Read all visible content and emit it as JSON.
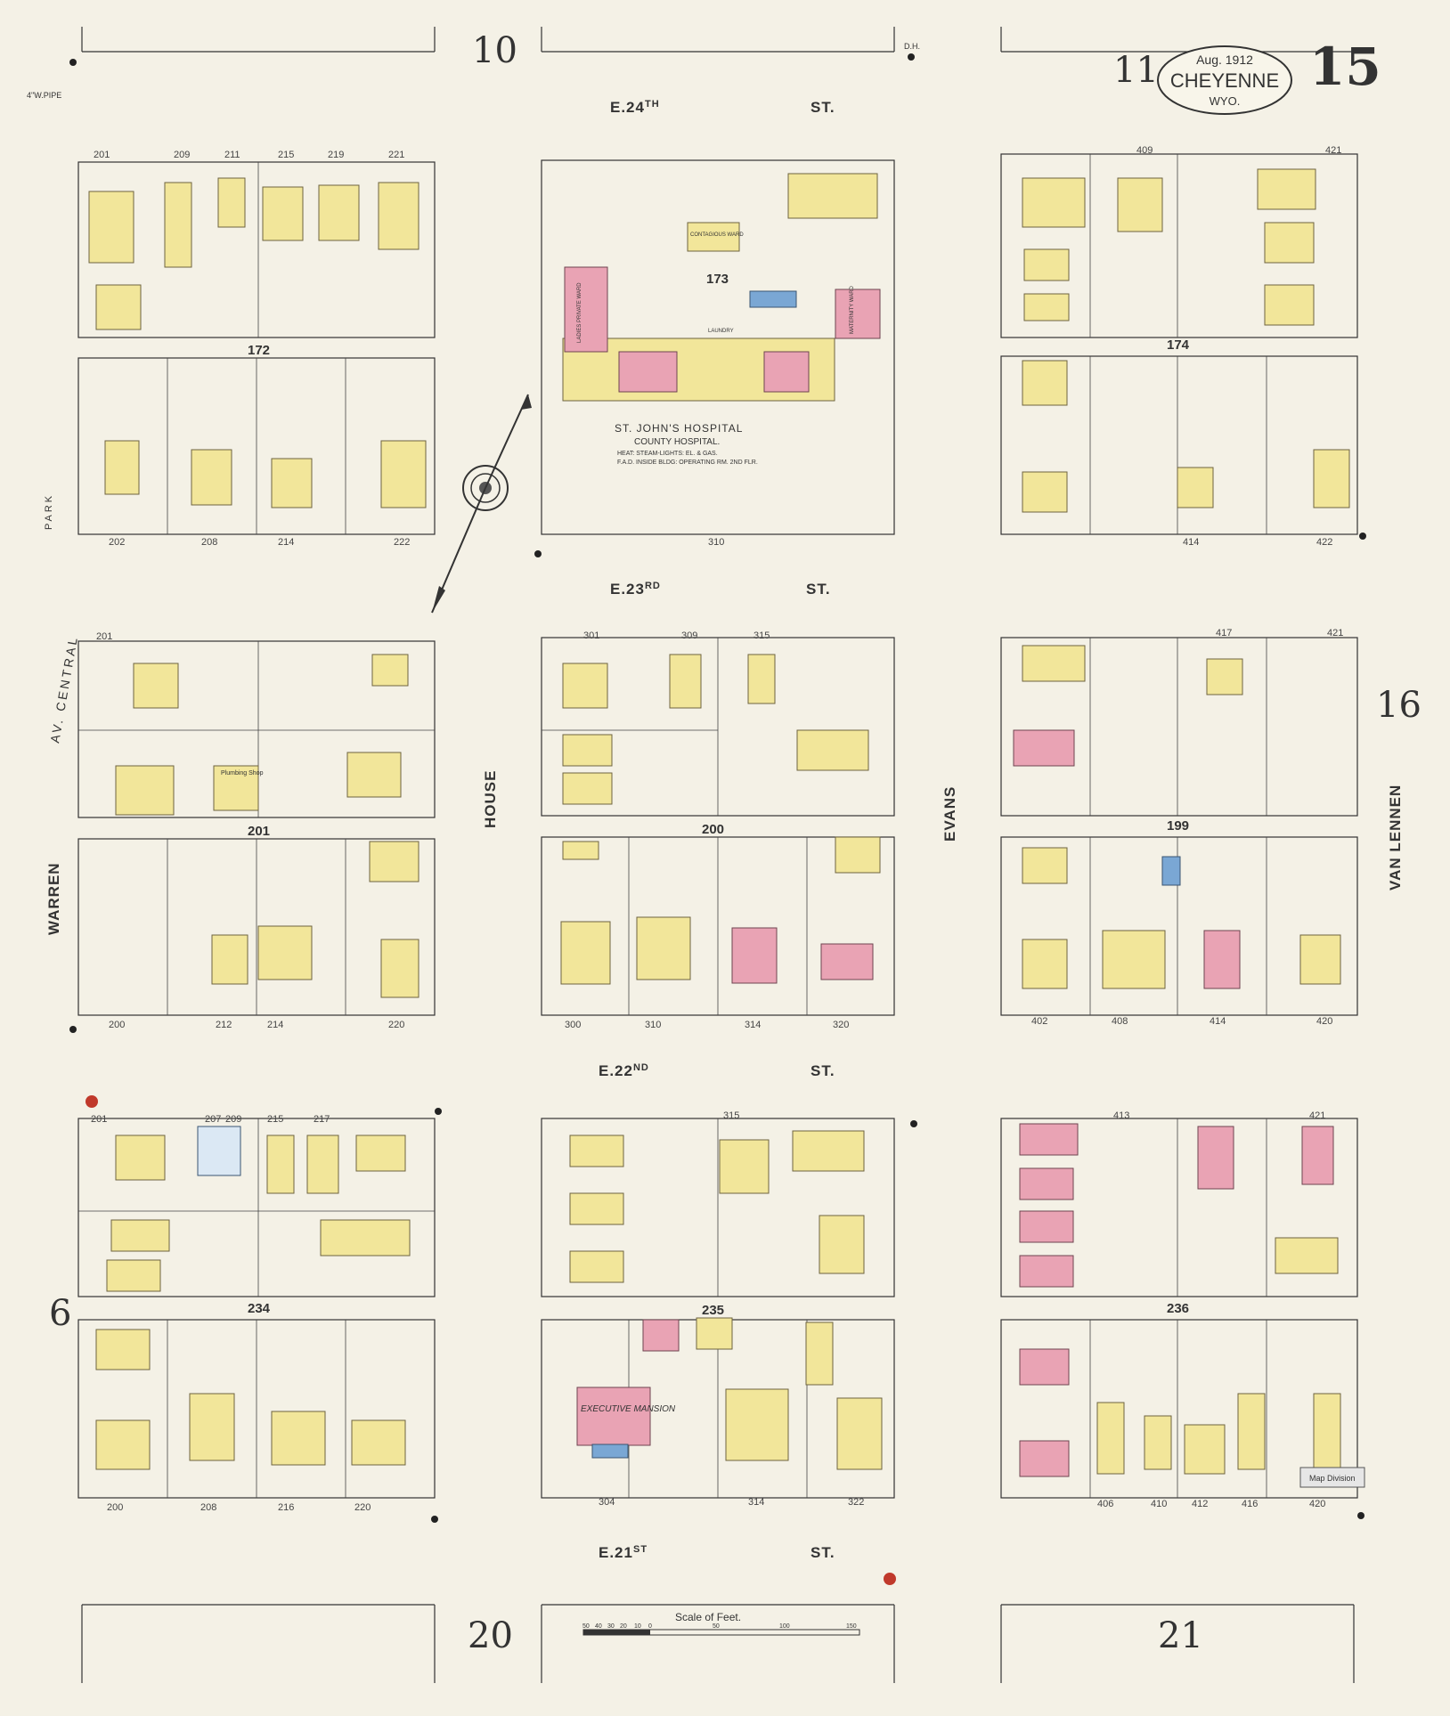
{
  "header": {
    "date": "Aug. 1912",
    "city": "CHEYENNE",
    "state": "WYO.",
    "sheet_number": "15"
  },
  "adjoining_sheets": {
    "top_left": "10",
    "top_right": "11",
    "right": "16",
    "left": "6",
    "bottom_left": "20",
    "bottom_right": "21"
  },
  "streets": {
    "e24": "E.24",
    "e24_sup": "TH",
    "e23": "E.23",
    "e23_sup": "RD",
    "e22": "E.22",
    "e22_sup": "ND",
    "e21": "E.21",
    "e21_sup": "ST",
    "st": "ST.",
    "house": "HOUSE",
    "evans": "EVANS",
    "warren": "WARREN",
    "van_lennen": "VAN LENNEN",
    "central_av": "AV.  CENTRAL",
    "park": "PARK"
  },
  "blocks": [
    "172",
    "173",
    "174",
    "201",
    "200",
    "199",
    "234",
    "235",
    "236"
  ],
  "hospital": {
    "name": "ST. JOHN'S HOSPITAL",
    "subtitle": "COUNTY HOSPITAL.",
    "note1": "HEAT: STEAM-LIGHTS: EL. & GAS.",
    "note2": "F.A.D. INSIDE BLDG: OPERATING RM. 2ND FLR.",
    "ward1": "CONTAGIOUS WARD",
    "ward2": "LADIES PRIVATE WARD",
    "ward3": "MATERNITY WARD",
    "laundry": "LAUNDRY"
  },
  "executive_mansion": "EXECUTIVE MANSION",
  "house_numbers": {
    "b172_top": [
      "201",
      "209",
      "211",
      "215",
      "219",
      "221"
    ],
    "b172_bot": [
      "202",
      "208",
      "214",
      "222"
    ],
    "b173_bot": "310",
    "b174_top": [
      "409",
      "421"
    ],
    "b174_bot": [
      "414",
      "422"
    ],
    "b201_top": "201",
    "b201_bot": [
      "200",
      "212",
      "214",
      "220"
    ],
    "b200_top": [
      "301",
      "309",
      "315"
    ],
    "b200_bot": [
      "300",
      "310",
      "314",
      "320"
    ],
    "b199_top": [
      "417",
      "421"
    ],
    "b199_bot": [
      "402",
      "408",
      "414",
      "420"
    ],
    "b234_top": [
      "201",
      "207",
      "209",
      "215",
      "217"
    ],
    "b234_bot": [
      "200",
      "208",
      "216",
      "220"
    ],
    "b235_top": "315",
    "b235_bot": [
      "304",
      "314",
      "322"
    ],
    "b236_top": [
      "413",
      "421"
    ],
    "b236_bot": [
      "406",
      "410",
      "412",
      "416",
      "420"
    ]
  },
  "scale": {
    "label": "Scale of Feet.",
    "ticks": [
      "50",
      "40",
      "30",
      "20",
      "10",
      "0",
      "50",
      "100",
      "150"
    ]
  },
  "misc": {
    "pipe": "4\"W.PIPE",
    "dh": "D.H.",
    "plumbing": "Plumbing Shop",
    "map_division": "Map Division"
  },
  "colors": {
    "dwelling": "#f2e69a",
    "brick": "#e9a3b4",
    "stone": "#7aa7d4",
    "paper": "#f4f1e6"
  }
}
